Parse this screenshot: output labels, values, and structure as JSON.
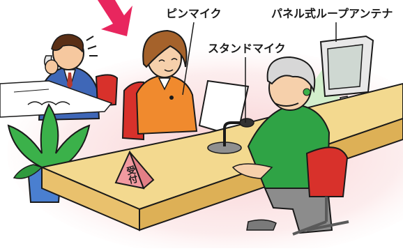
{
  "labels": {
    "pin_mic": "ピンマイク",
    "stand_mic": "スタンドマイク",
    "panel_antenna": "パネル式ループアンテナ"
  },
  "sign": {
    "text": "受付"
  },
  "colors": {
    "arrow": "#e8265e",
    "desk_top": "#f3d98f",
    "desk_front": "#e9c16d",
    "floor_glow": "#f7c9cc",
    "antenna_beam": "#c8f0c4",
    "plant": "#3bb14a",
    "sign": "#f29aa0"
  }
}
